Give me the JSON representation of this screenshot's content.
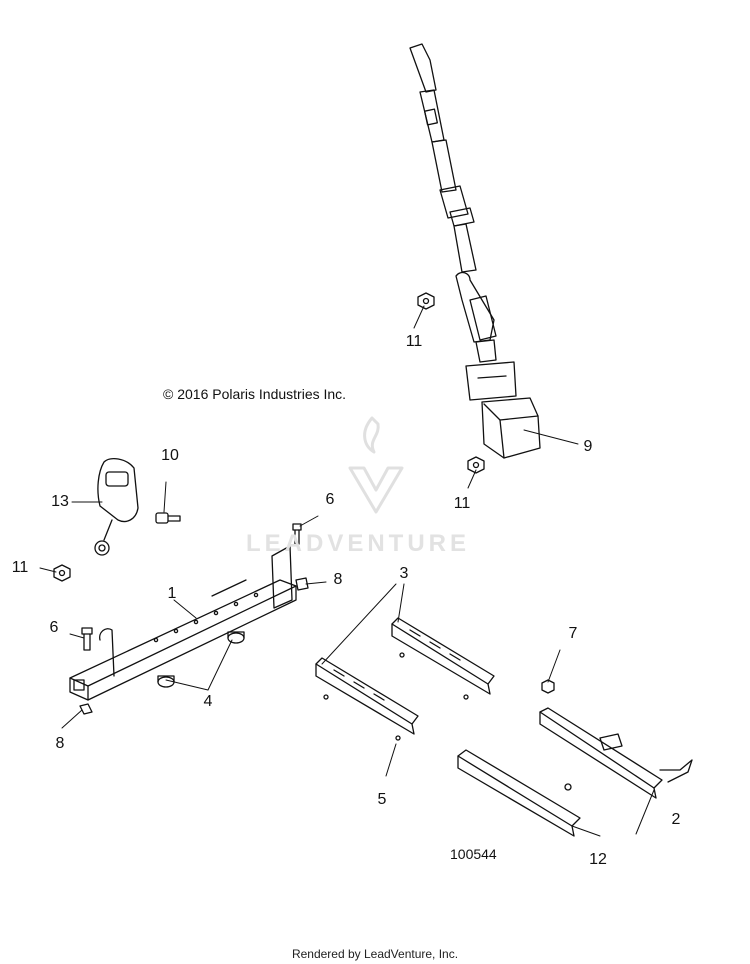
{
  "copyright": "© 2016 Polaris Industries Inc.",
  "figure_number": "100544",
  "footer": "Rendered by LeadVenture, Inc.",
  "watermark": {
    "text": "LEADVENTURE",
    "color": "#e0e0e0"
  },
  "callouts": {
    "c1": "1",
    "c2": "2",
    "c3": "3",
    "c4": "4",
    "c5": "5",
    "c6a": "6",
    "c6b": "6",
    "c7": "7",
    "c8a": "8",
    "c8b": "8",
    "c9": "9",
    "c10": "10",
    "c11a": "11",
    "c11b": "11",
    "c11c": "11",
    "c12": "12",
    "c13": "13"
  }
}
